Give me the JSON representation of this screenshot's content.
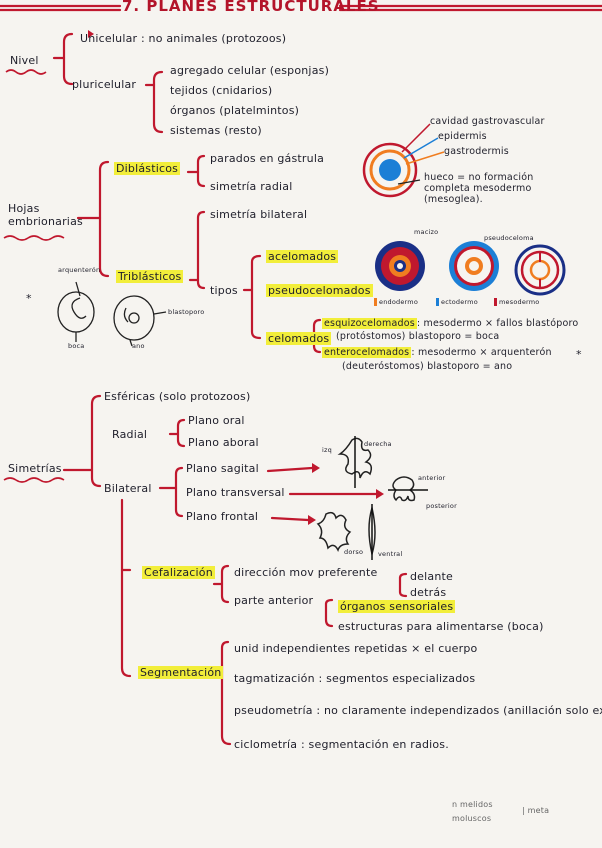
{
  "title": "7. PLANES ESTRUCTURALES",
  "nivel": {
    "label": "Nivel",
    "unicelular": "Unicelular : no animales (protozoos)",
    "pluricelular": "pluricelular",
    "items": [
      "agregado celular (esponjas)",
      "tejidos (cnidarios)",
      "órganos (platelmintos)",
      "sistemas (resto)"
    ]
  },
  "hojas": {
    "label": "Hojas embrionarias",
    "diblasticos": "Diblásticos",
    "dib_items": [
      "parados en gástrula",
      "simetría radial"
    ],
    "triblasticos": "Triblásticos",
    "simetria_bilateral": "simetría bilateral",
    "tipos": "tipos",
    "acelomados": "acelomados",
    "pseudocelomados": "pseudocelomados",
    "celomados": "celomados",
    "esquizocelomados": "esquizocelomados",
    "esq_text": ": mesodermo × fallos blastóporo",
    "protostomos": "(protóstomos) blastoporo = boca",
    "enterocelomados": "enterocelomados",
    "ent_text": ": mesodermo × arquenterón",
    "deuterostomos": "(deuteróstomos) blastoporo = ano",
    "gastrula_labels": [
      "cavidad gastrovascular",
      "epidermis",
      "gastrodermis"
    ],
    "hueco": "hueco = no formación completa mesodermo (mesoglea).",
    "asterisk": "*",
    "coelom_labels": {
      "macizo": "macizo",
      "pseudoceloma": "pseudoceloma"
    },
    "legend": [
      "endodermo",
      "ectodermo",
      "mesodermo"
    ],
    "sketch_labels": {
      "arquenteron": "arquenterón",
      "blastoporo": "blastoporo",
      "boca": "boca",
      "ano": "ano"
    }
  },
  "simetrias": {
    "label": "Simetrías",
    "esfericas": "Esféricas (solo protozoos)",
    "radial": "Radial",
    "radial_items": [
      "Plano oral",
      "Plano aboral"
    ],
    "bilateral": "Bilateral",
    "bilateral_items": [
      "Plano sagital",
      "Plano transversal",
      "Plano frontal"
    ],
    "fig_labels": {
      "izq": "izq",
      "derecha": "derecha",
      "anterior": "anterior",
      "posterior": "posterior",
      "dorso": "dorso",
      "ventral": "ventral"
    },
    "cefalizacion": "Cefalización",
    "cef_line1": "dirección mov preferente",
    "cef_opts": [
      "delante",
      "detrás"
    ],
    "cef_line2": "parte anterior",
    "organos": "órganos sensoriales",
    "estructuras": "estructuras para alimentarse (boca)",
    "segmentacion": "Segmentación",
    "seg_items": [
      "unid independientes repetidas × el cuerpo",
      "tagmatización : segmentos especializados",
      "pseudometría : no claramente independizados (anillación solo ext)",
      "ciclometría : segmentación en radios."
    ]
  },
  "footer": [
    "n melidos",
    "moluscos",
    "| meta"
  ],
  "colors": {
    "red": "#c0182e",
    "blue": "#1c7fd6",
    "orange": "#f07d20",
    "highlight": "#f2ee3a"
  }
}
